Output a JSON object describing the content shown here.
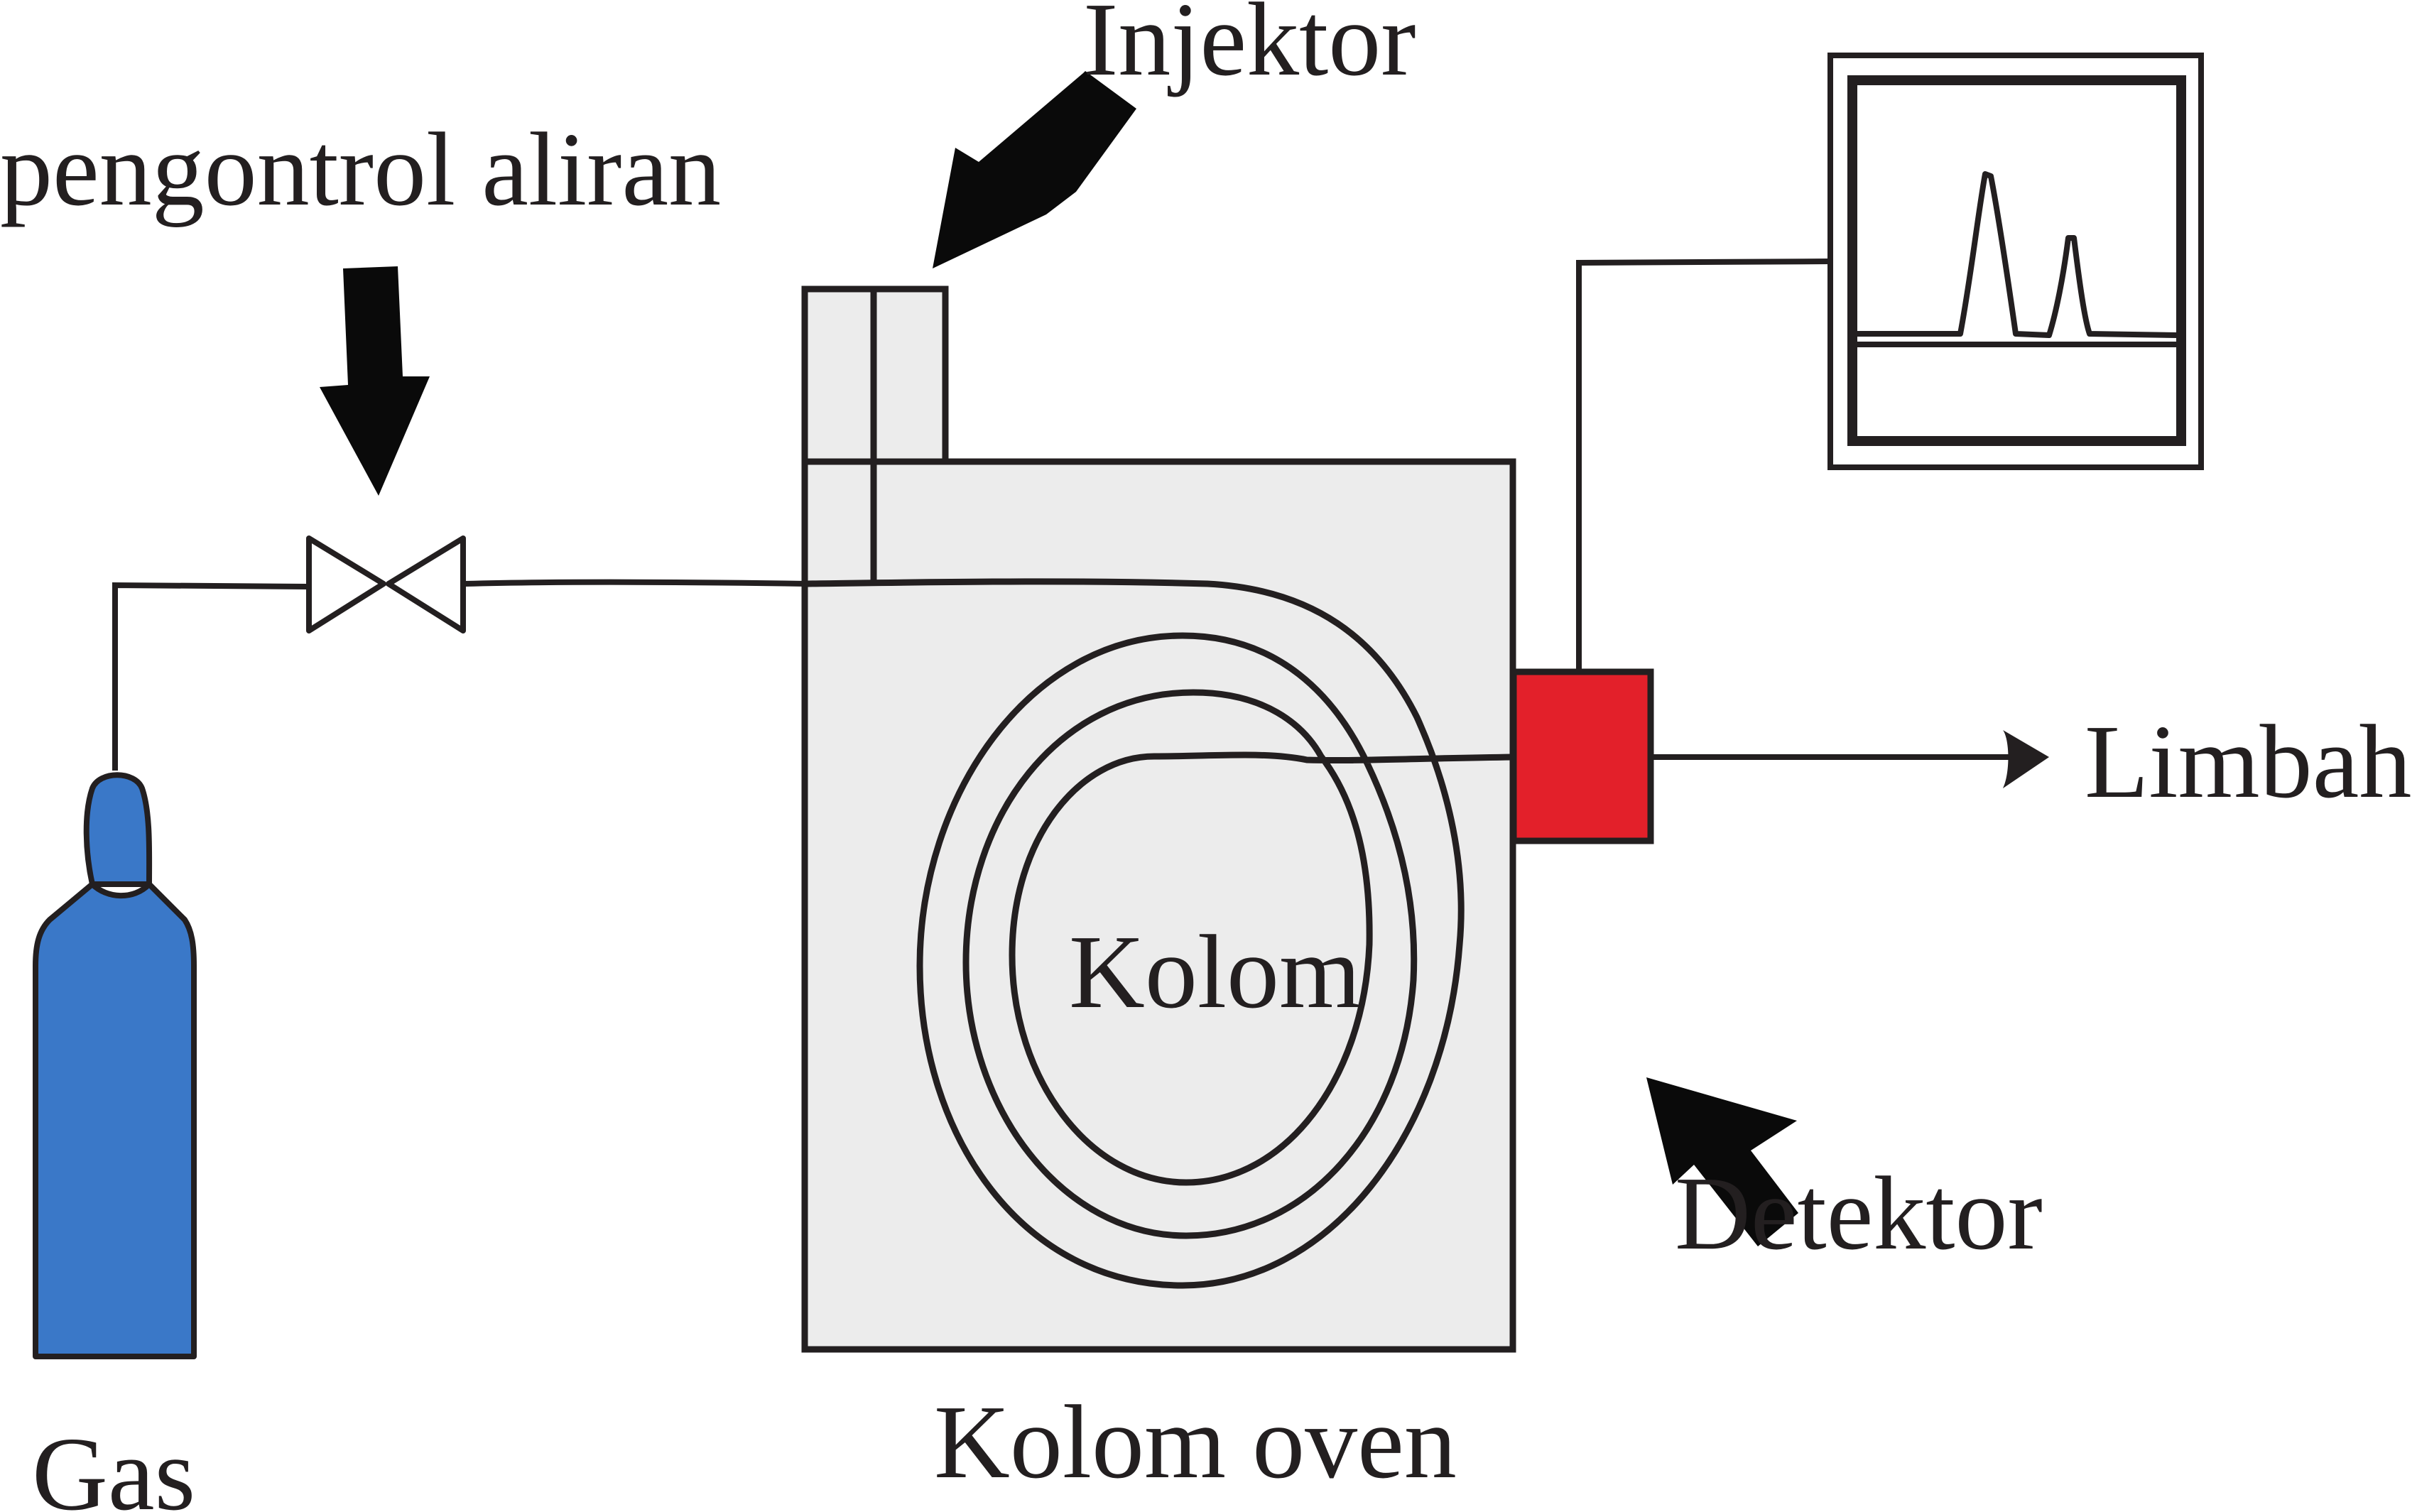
{
  "labels": {
    "flow_controller": "pengontrol aliran",
    "injector": "Injektor",
    "waste": "Limbah",
    "column": "Kolom",
    "detector": "Detektor",
    "gas": "Gas",
    "column_oven": "Kolom oven"
  },
  "colors": {
    "gas_cylinder": "#3a78c8",
    "detector": "#e3202a",
    "oven_fill": "#ececec",
    "line": "#231f20",
    "text": "#231f20"
  },
  "icons": {
    "valve": "bowtie-valve-icon",
    "arrow": "black-block-arrow-icon",
    "cylinder": "gas-cylinder-icon",
    "monitor": "chromatogram-monitor-icon"
  }
}
